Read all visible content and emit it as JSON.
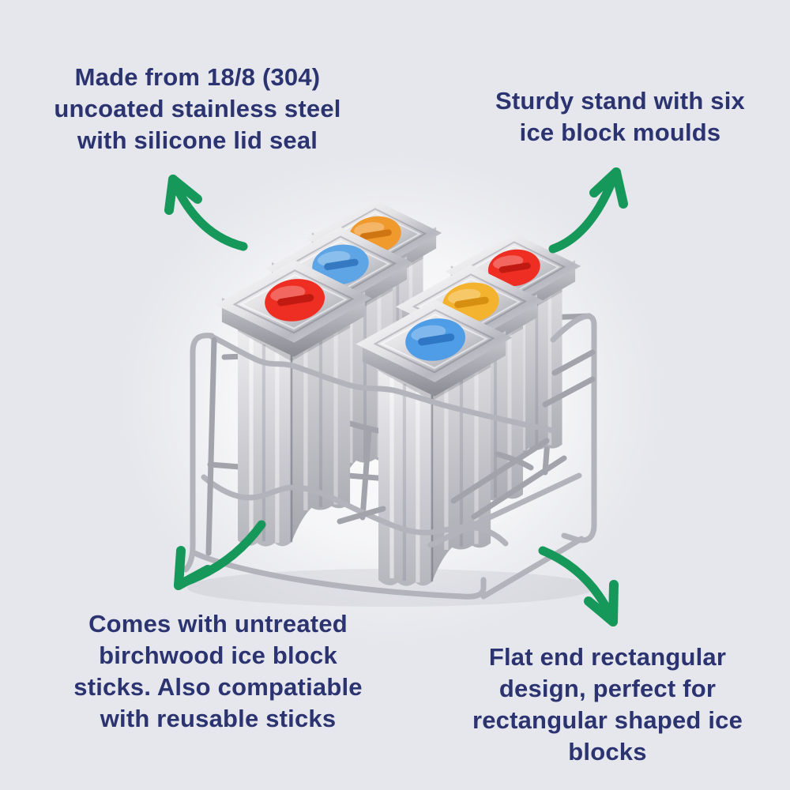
{
  "page": {
    "background_color": "#e6e7ec",
    "text_color": "#2b3470",
    "arrow_color": "#16985a"
  },
  "annotations": {
    "top_left": {
      "lines": [
        "Made from 18/8 (304)",
        "uncoated stainless steel",
        "with silicone lid seal"
      ]
    },
    "top_right": {
      "lines": [
        "Sturdy stand with six",
        "ice block moulds"
      ]
    },
    "bottom_left": {
      "lines": [
        "Comes with untreated",
        "birchwood ice block",
        "sticks. Also compatiable",
        "with reusable sticks"
      ]
    },
    "bottom_right": {
      "lines": [
        "Flat end rectangular",
        "design, perfect for",
        "rectangular shaped ice",
        "blocks"
      ]
    }
  },
  "product": {
    "name": "stainless steel ice block mould set in wire stand",
    "mould_count": 6,
    "moulds": [
      {
        "position": "back-left",
        "button_color": "#f0992d",
        "slot_color": "#cf7612"
      },
      {
        "position": "back-right",
        "button_color": "#ee2e23",
        "slot_color": "#c11a12"
      },
      {
        "position": "middle-left",
        "button_color": "#5ea5e6",
        "slot_color": "#3579c2"
      },
      {
        "position": "middle-right",
        "button_color": "#f4b32f",
        "slot_color": "#d68f10"
      },
      {
        "position": "front-left",
        "button_color": "#ee2e23",
        "slot_color": "#c11a12"
      },
      {
        "position": "front-center",
        "button_color": "#4f9de6",
        "slot_color": "#2f77c4"
      }
    ]
  }
}
